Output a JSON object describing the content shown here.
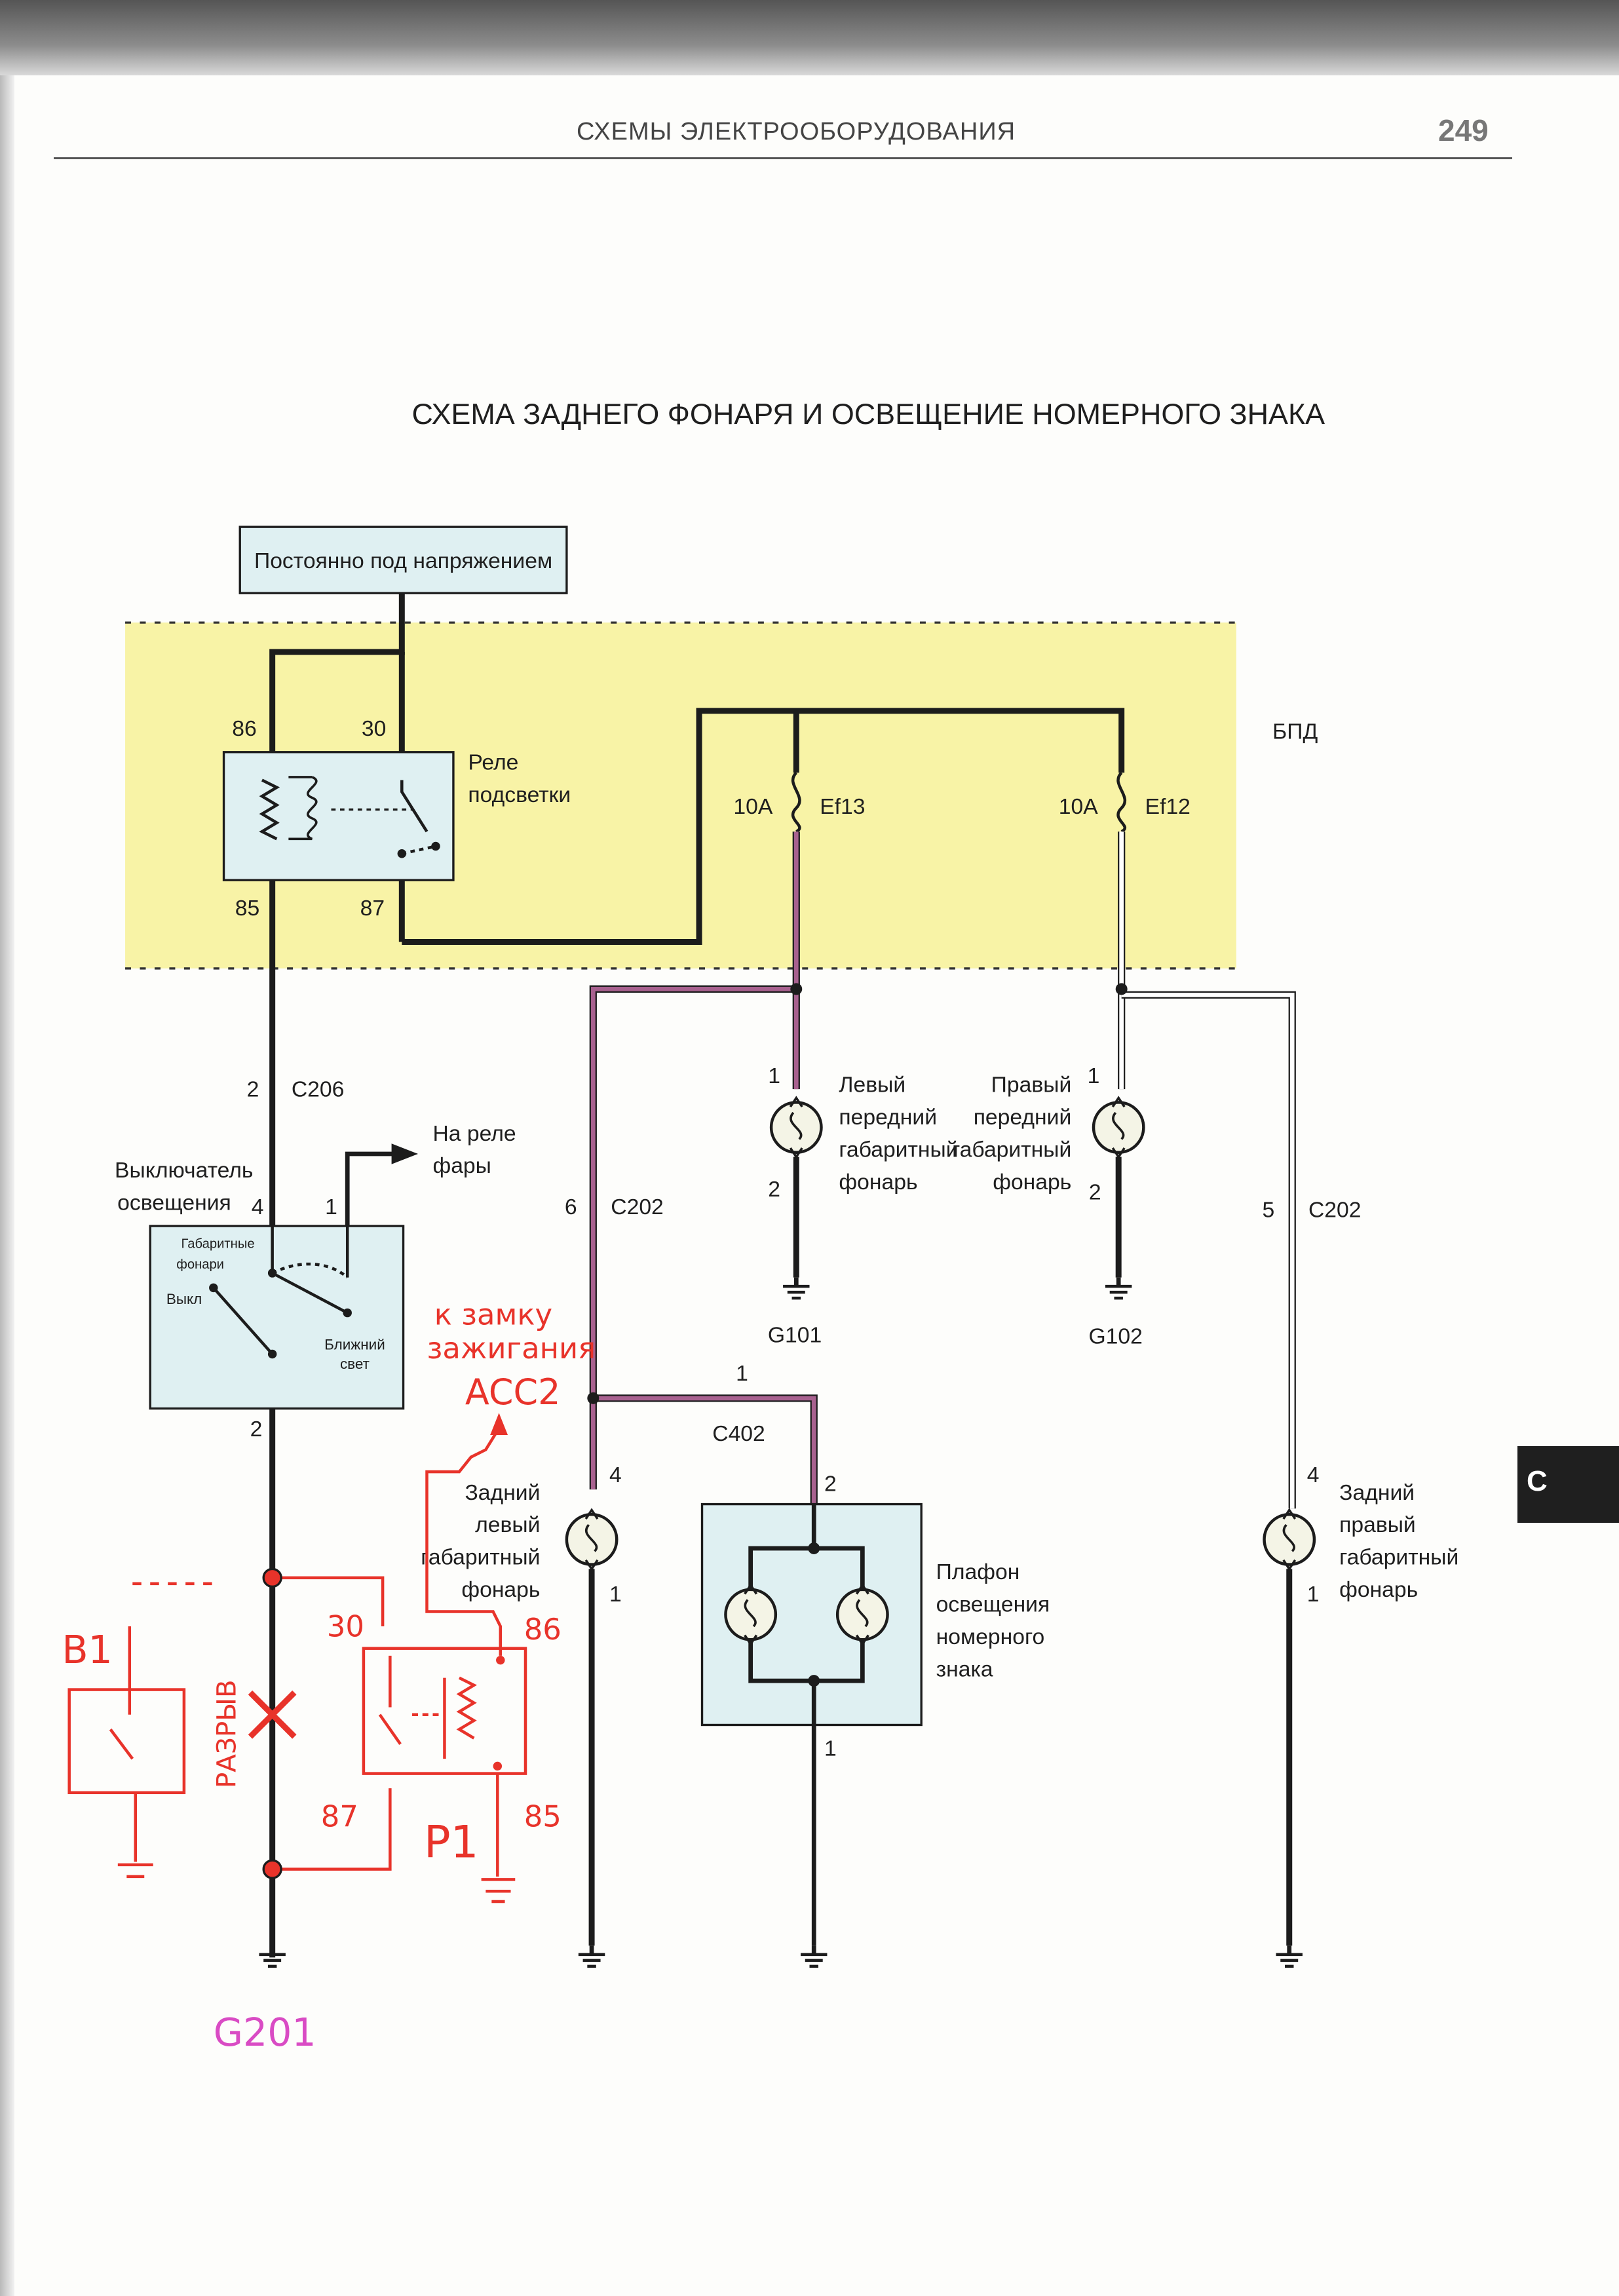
{
  "header": {
    "title": "СХЕМЫ ЭЛЕКТРООБОРУДОВАНИЯ",
    "page_number": "249"
  },
  "side_tab": {
    "label": "C"
  },
  "diagram_title": "СХЕМА ЗАДНЕГО ФОНАРЯ И ОСВЕЩЕНИЕ НОМЕРНОГО ЗНАКА",
  "power_box": "Постоянно под напряжением",
  "fuse_block_label": "БПД",
  "relay": {
    "label_line1": "Реле",
    "label_line2": "подсветки",
    "pins": [
      "86",
      "30",
      "85",
      "87"
    ]
  },
  "fuses": [
    {
      "rating": "10A",
      "name": "Ef13"
    },
    {
      "rating": "10A",
      "name": "Ef12"
    }
  ],
  "connectors": {
    "c206": {
      "pin": "2",
      "name": "C206"
    },
    "c202_left": {
      "pin": "6",
      "name": "C202"
    },
    "c202_right": {
      "pin": "5",
      "name": "C202"
    },
    "c402": {
      "pin": "1",
      "name": "C402"
    }
  },
  "switch": {
    "label_line1": "Выключатель",
    "label_line2": "освещения",
    "pin_left": "4",
    "pin_right": "1",
    "pin_bottom": "2",
    "pos_parking_line1": "Габаритные",
    "pos_parking_line2": "фонари",
    "pos_off": "Выкл",
    "pos_low_line1": "Ближний",
    "pos_low_line2": "свет"
  },
  "headlamp_relay_ref": {
    "line1": "На реле",
    "line2": "фары"
  },
  "lamps": {
    "front_left": {
      "line1": "Левый",
      "line2": "передний",
      "line3": "габаритный",
      "line4": "фонарь",
      "pin_top": "1",
      "pin_bottom": "2"
    },
    "front_right": {
      "line1": "Правый",
      "line2": "передний",
      "line3": "габаритный",
      "line4": "фонарь",
      "pin_top": "1",
      "pin_bottom": "2"
    },
    "rear_left": {
      "line1": "Задний",
      "line2": "левый",
      "line3": "габаритный",
      "line4": "фонарь",
      "pin_top": "4",
      "pin_bottom": "1"
    },
    "rear_right": {
      "line1": "Задний",
      "line2": "правый",
      "line3": "габаритный",
      "line4": "фонарь",
      "pin_top": "4",
      "pin_bottom": "1"
    },
    "plate": {
      "line1": "Плафон",
      "line2": "освещения",
      "line3": "номерного",
      "line4": "знака",
      "pin_top": "2",
      "pin_bottom": "1"
    }
  },
  "grounds": {
    "g101": "G101",
    "g102": "G102"
  },
  "handwritten": {
    "ign_line1": "к замку",
    "ign_line2": "зажигания",
    "acc": "ACC2",
    "b1": "B1",
    "break_label": "РАЗРЫВ",
    "p1": "P1",
    "p1_pin30": "30",
    "p1_pin86": "86",
    "p1_pin87": "87",
    "p1_pin85": "85",
    "ground_label": "G201"
  },
  "colors": {
    "wire_black": "#1c1c1c",
    "wire_violet": "#a8618f",
    "wire_white": "#ffffff",
    "fuse_block": "#f8f3a6",
    "component_box": "#dff0f2",
    "annotation_red": "#e8332a",
    "annotation_magenta": "#d94bc4"
  }
}
